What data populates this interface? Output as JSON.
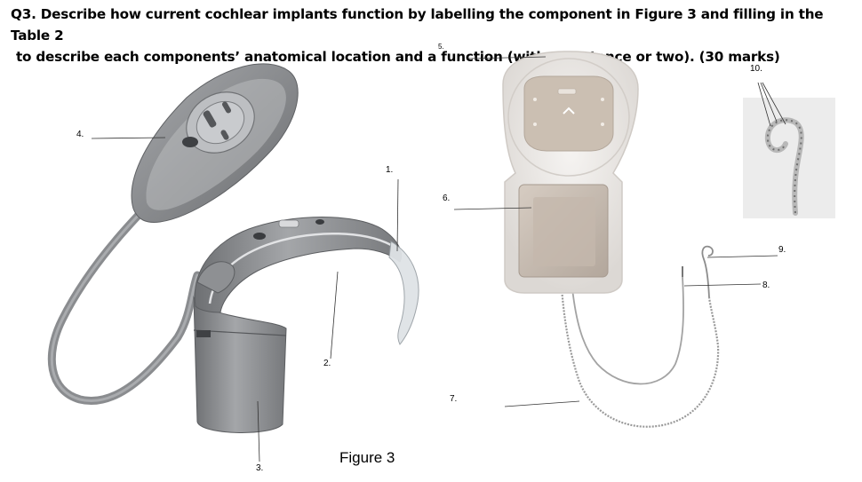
{
  "question": {
    "line1": "Q3. Describe how current cochlear implants function by labelling the component in Figure 3 and filling in the Table 2",
    "line2": "to describe each components’ anatomical location and a function (with a sentence or two). (30 marks)"
  },
  "figure": {
    "caption": "Figure 3",
    "labels": {
      "l1": "1.",
      "l2": "2.",
      "l3": "3.",
      "l4": "4.",
      "l5": "5.",
      "l6": "6.",
      "l7": "7.",
      "l8": "8.",
      "l9": "9.",
      "l10": "10."
    }
  },
  "colors": {
    "processor_gray": "#8a8c8f",
    "coil_gray": "#7d7f82",
    "silicone": "#e9e6e3",
    "magnet_plate": "#cbbfb2",
    "stimulator": "#c8bdb2",
    "electrode_wire": "#9a9a9a"
  }
}
